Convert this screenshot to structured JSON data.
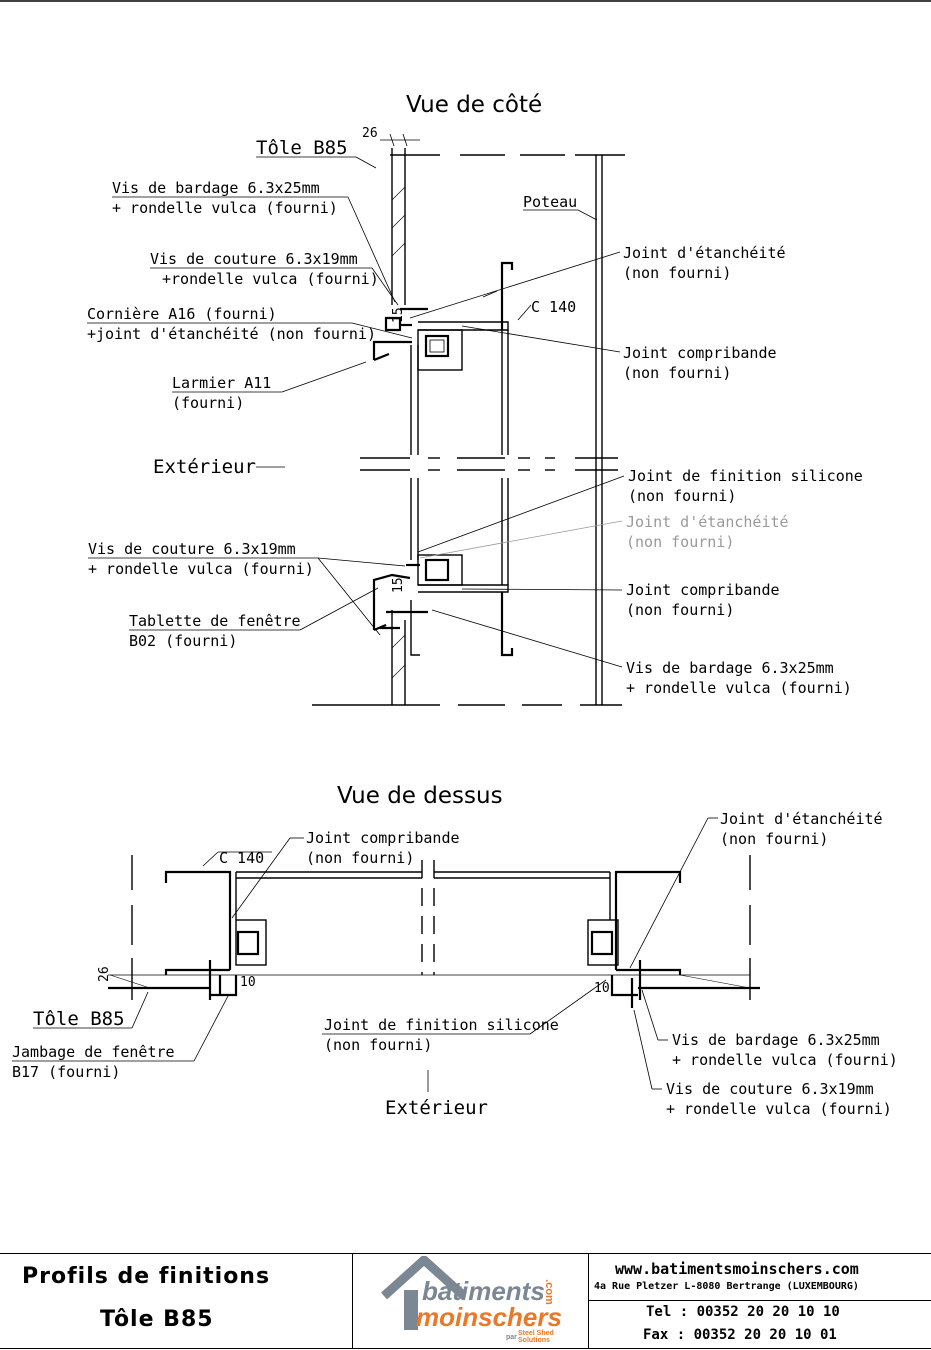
{
  "side_view": {
    "title": "Vue de côté",
    "tole": "Tôle B85",
    "dim_26": "26",
    "dim_15a": "15",
    "dim_15b": "15",
    "c140": "C 140",
    "poteau": "Poteau",
    "exterieur": "Extérieur",
    "vis_bardage_1": "Vis de bardage 6.3x25mm",
    "vis_bardage_2": "+ rondelle vulca (fourni)",
    "vis_couture_1": "Vis de couture 6.3x19mm",
    "vis_couture_2": "+rondelle vulca (fourni)",
    "corniere_1": "Cornière A16 (fourni)",
    "corniere_2": "+joint d'étanchéité (non fourni)",
    "larmier_1": "Larmier A11",
    "larmier_2": "(fourni)",
    "joint_etanch_1": "Joint d'étanchéité",
    "joint_etanch_2": "(non fourni)",
    "joint_compri_1": "Joint compribande",
    "joint_compri_2": "(non fourni)",
    "joint_fin_1": "Joint de finition silicone",
    "joint_fin_2": "(non fourni)",
    "joint_etanch_b1": "Joint d'étanchéité",
    "joint_etanch_b2": "(non fourni)",
    "vis_couture_b1": "Vis de couture 6.3x19mm",
    "vis_couture_b2": "+ rondelle vulca (fourni)",
    "tablette_1": "Tablette de fenêtre",
    "tablette_2": "B02 (fourni)",
    "joint_compri_b1": "Joint compribande",
    "joint_compri_b2": "(non fourni)",
    "vis_bardage_b1": "Vis de bardage 6.3x25mm",
    "vis_bardage_b2": "+ rondelle vulca (fourni)"
  },
  "top_view": {
    "title": "Vue de dessus",
    "c140": "C 140",
    "joint_compri_1": "Joint compribande",
    "joint_compri_2": "(non fourni)",
    "joint_etanch_1": "Joint d'étanchéité",
    "joint_etanch_2": "(non fourni)",
    "dim_26": "26",
    "dim_10a": "10",
    "dim_10b": "10",
    "tole": "Tôle B85",
    "jambage_1": "Jambage de fenêtre",
    "jambage_2": "B17 (fourni)",
    "joint_fin_1": "Joint de finition silicone",
    "joint_fin_2": "(non fourni)",
    "exterieur": "Extérieur",
    "vis_bardage_1": "Vis de bardage 6.3x25mm",
    "vis_bardage_2": "+ rondelle vulca (fourni)",
    "vis_couture_1": "Vis de couture 6.3x19mm",
    "vis_couture_2": "+ rondelle vulca (fourni)"
  },
  "title_block": {
    "title_line1": "Profils de finitions",
    "title_line2": "Tôle B85",
    "logo_top": "batiments",
    "logo_bottom": "moinschers",
    "logo_com": ".com",
    "logo_small": "par",
    "logo_brand": "Steel Shed Solutions",
    "website": "www.batimentsmoinschers.com",
    "address": "4a Rue Pletzer L-8080 Bertrange (LUXEMBOURG)",
    "tel": "Tel : 00352 20 20 10 10",
    "fax": "Fax : 00352 20 20 10 01"
  },
  "colors": {
    "logo_grey": "#7c8794",
    "logo_orange": "#e8792b",
    "grey_label": "#9a9a9a"
  }
}
